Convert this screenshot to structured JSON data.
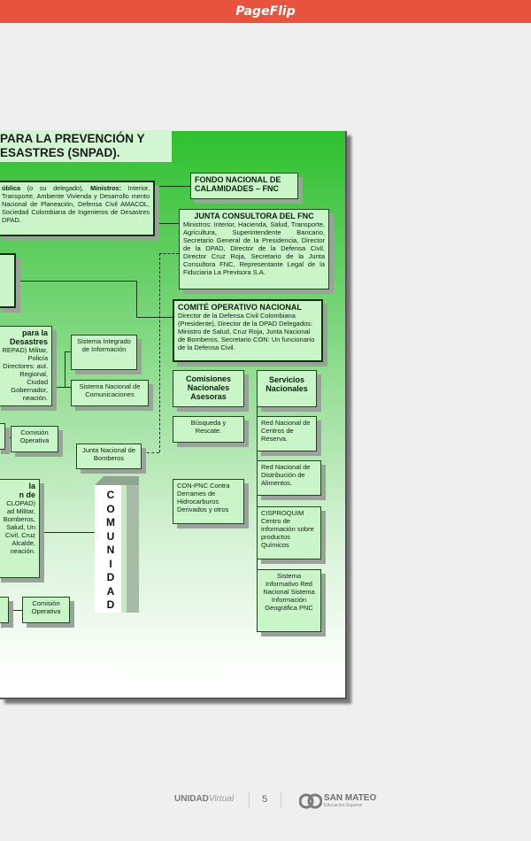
{
  "app": {
    "title": "PageFlip"
  },
  "slide": {
    "title_line1": "PARA LA PREVENCIÓN Y",
    "title_line2": "ESASTRES (SNPAD).",
    "presidency_box": {
      "text_bold_a": "ública",
      "text_a": " (o su delegado), ",
      "text_bold_b": "Ministros:",
      "text_b": " Interior, Transporte, Ambiente Vivienda y Desarrollo mento Nacional de Planeación, Defensa Civil AMACOL, Sociedad Colombiana de Ingenieros de Desastres DPAD."
    },
    "fnc": {
      "line1": "FONDO NACIONAL DE",
      "line2": "CALAMIDADES – FNC"
    },
    "junta": {
      "title": "JUNTA CONSULTORA DEL FNC",
      "body": "Ministros: Interior, Hacienda, Salud, Transporte, Agricultura, Superintendente Bancario, Secretario General de la Presidencia, Director de la DPAD, Director de la Defensa Civil, Director Cruz Roja, Secretario de la Junta Consultora FNC, Representante Legal de la Fiduciaria La Previsora S.A."
    },
    "comite": {
      "title": "COMITÉ OPERATIVO NACIONAL",
      "body": "Director de la Defensa Civil Colombiana (Presidente), Director de la DPAD Delegados: Ministro de Salud, Cruz Roja, Junta Nacional de Bomberos, Secretario CON: Un funcionario de la Defensa Civil."
    },
    "comisiones": "Comisiones Nacionales Asesoras",
    "servicios": "Servicios Nacionales",
    "busqueda": "Búsqueda y Rescate.",
    "red_centros": "Red Nacional de Centros de Reserva.",
    "red_alimentos": "Red Nacional de Distribución de Alimentos.",
    "con_pnc": "CON-PNC Contra Derrames de Hidrocarburos Derivados y otros",
    "cisproquim": "CISPROQUIM Centro de información sobre productos Químicos",
    "sistema_info_red": "Sistema Informativo Red Nacional Sistema Información Geográfica PNC",
    "sistema_integrado": "Sistema Integrado de Información",
    "sistema_comunicaciones": "Sistema Nacional de Comunicaciones",
    "junta_bomberos": "Junta Nacional de Bomberos",
    "comision_operativa_1": "Comisión Operativa",
    "comision_operativa_2": "Comisión Operativa",
    "comunidad": "COMUNIDAD",
    "regional": {
      "title_a": "para la",
      "title_b": "Desastres",
      "body": "REPAD) Militar, Policía Directores: aut. Regional, Ciudad Gobernador, neación."
    },
    "local": {
      "title_a": "la",
      "title_b": "n de",
      "body": "CLOPAD) ad Militar, Bomberos, Salud, Un Civil, Cruz Alcalde, neación."
    }
  },
  "footer": {
    "brand_bold": "UNIDAD",
    "brand_light": "Virtual",
    "page_number": "5",
    "logo_name": "SAN MATEO",
    "logo_sub": "Educación Superior"
  },
  "colors": {
    "topbar": "#e8533f",
    "box_fill": "#c9f5c9",
    "slide_green": "#2fc02f"
  }
}
